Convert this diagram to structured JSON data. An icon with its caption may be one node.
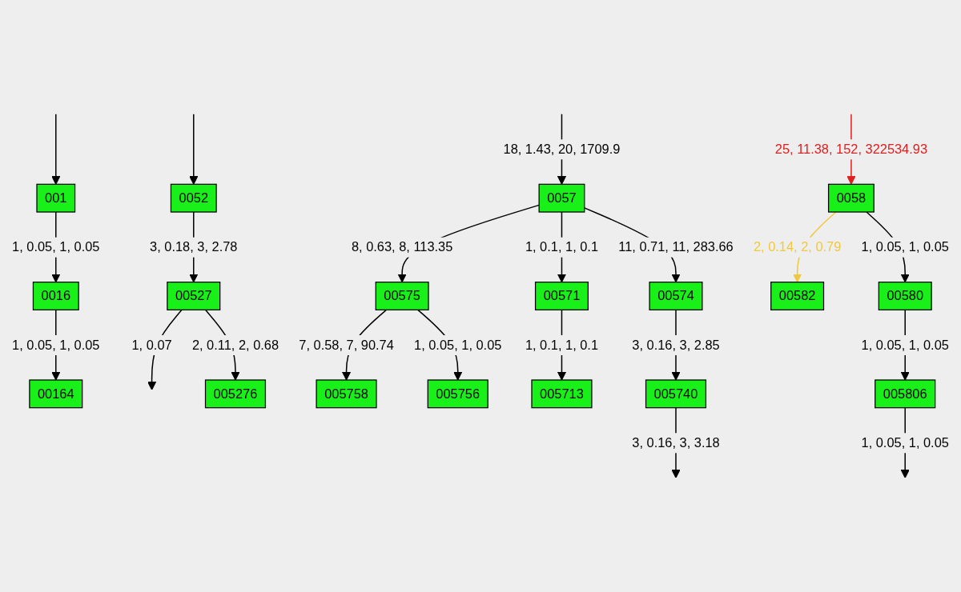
{
  "diagram": {
    "nodes": [
      {
        "text": [
          "001"
        ]
      },
      {
        "text": [
          "0052"
        ]
      },
      {
        "text": [
          "0057"
        ]
      },
      {
        "text": [
          "0058"
        ]
      },
      {
        "text": [
          "0016"
        ]
      },
      {
        "text": [
          "00527"
        ]
      },
      {
        "text": [
          "00575"
        ]
      },
      {
        "text": [
          "00571"
        ]
      },
      {
        "text": [
          "00574"
        ]
      },
      {
        "text": [
          "00582"
        ]
      },
      {
        "text": [
          "00580"
        ]
      },
      {
        "text": [
          "00164"
        ]
      },
      {
        "text": [
          "005276"
        ]
      },
      {
        "text": [
          "005758"
        ]
      },
      {
        "text": [
          "005756"
        ]
      },
      {
        "text": [
          "005713"
        ]
      },
      {
        "text": [
          "005740"
        ]
      },
      {
        "text": [
          "005806"
        ]
      }
    ],
    "edges": [
      {
        "from": null,
        "to": 0,
        "arrow": "to"
      },
      {
        "from": null,
        "to": 3,
        "arrow": "to",
        "label": "25, 11.38, 152, 322534.93",
        "color": "#e02020"
      },
      {
        "from": null,
        "to": 2,
        "arrow": "to",
        "label": "18, 1.43, 20, 1709.9"
      },
      {
        "from": null,
        "to": 1,
        "arrow": "to"
      },
      {
        "from": 1,
        "to": 5,
        "arrow": "to",
        "label": "3, 0.18, 3, 2.78"
      },
      {
        "from": 2,
        "to": 6,
        "arrow": "to",
        "label": "8, 0.63, 8, 113.35"
      },
      {
        "from": 2,
        "to": 7,
        "arrow": "to",
        "label": "1, 0.1, 1, 0.1"
      },
      {
        "from": 2,
        "to": 8,
        "arrow": "to",
        "label": "11, 0.71, 11, 283.66"
      },
      {
        "from": 3,
        "to": 9,
        "arrow": "to",
        "label": "2, 0.14, 2, 0.79",
        "color": "#f0c840"
      },
      {
        "from": 3,
        "to": 10,
        "arrow": "to",
        "label": "1, 0.05, 1, 0.05"
      },
      {
        "from": 0,
        "to": 4,
        "arrow": "to",
        "label": "1, 0.05, 1, 0.05"
      },
      {
        "from": 4,
        "to": 11,
        "arrow": "to",
        "label": "1, 0.05, 1, 0.05"
      },
      {
        "from": 5,
        "to": null,
        "arrow": "to",
        "label": "1, 0.07"
      },
      {
        "from": 5,
        "to": 12,
        "arrow": "to",
        "label": "2, 0.11, 2, 0.68"
      },
      {
        "from": 6,
        "to": 13,
        "arrow": "to",
        "label": "7, 0.58, 7, 90.74"
      },
      {
        "from": 6,
        "to": 14,
        "arrow": "to",
        "label": "1, 0.05, 1, 0.05"
      },
      {
        "from": 7,
        "to": 15,
        "arrow": "to",
        "label": "1, 0.1, 1, 0.1"
      },
      {
        "from": 8,
        "to": 16,
        "arrow": "to",
        "label": "3, 0.16, 3, 2.85"
      },
      {
        "from": 10,
        "to": 17,
        "arrow": "to",
        "label": "1, 0.05, 1, 0.05"
      },
      {
        "from": 16,
        "to": null,
        "arrow": "to",
        "label": "3, 0.16, 3, 3.18"
      },
      {
        "from": 17,
        "to": null,
        "arrow": "to",
        "label": "1, 0.05, 1, 0.05"
      }
    ]
  }
}
